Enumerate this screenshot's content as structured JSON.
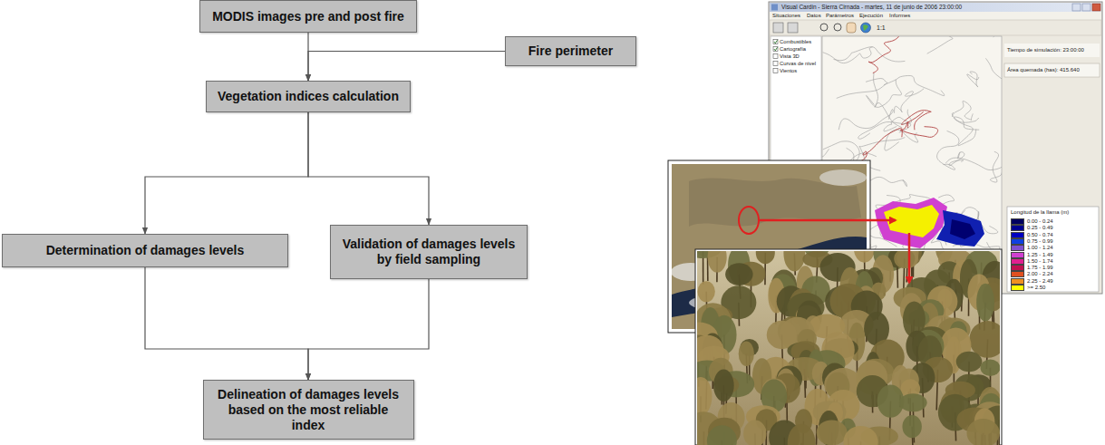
{
  "diagram": {
    "nodes": [
      {
        "text": [
          "MODIS images pre and post fire"
        ]
      },
      {
        "text": [
          "Fire perimeter"
        ]
      },
      {
        "text": [
          "Vegetation indices calculation"
        ]
      },
      {
        "text": [
          "Determination of damages levels"
        ]
      },
      {
        "text": [
          "Validation of damages levels by field sampling"
        ]
      },
      {
        "text": [
          "Delineation of damages levels based on the most reliable index"
        ]
      }
    ],
    "edges": [
      {
        "from": 0,
        "to": 2,
        "arrow": "to"
      },
      {
        "from": 1,
        "to": 2,
        "arrow": "to"
      },
      {
        "from": 2,
        "to": 3,
        "arrow": "to"
      },
      {
        "from": 2,
        "to": 4,
        "arrow": "to"
      },
      {
        "from": 3,
        "to": 5,
        "arrow": "to"
      },
      {
        "from": 4,
        "to": 5,
        "arrow": "to"
      }
    ],
    "labels": [
      "Visual Cardin - Sierra Cirnada - martes, 11 de junio de 2006 23:00:00",
      "Situaciones",
      "Datos",
      "Parámetros",
      "Ejecución",
      "Informes",
      "1:1",
      "Combustibles",
      "Cartografía",
      "Vista 3D",
      "Curvas de nivel",
      "Vientos",
      "Tiempo de simulación: 23:00:00",
      "Área quemada (has): 415.640",
      "Longitud de la llama (m)"
    ],
    "legend": [
      {
        "text": "0.00 - 0.24",
        "color": "#000060"
      },
      {
        "text": "0.25 - 0.49",
        "color": "#000090"
      },
      {
        "text": "0.50 - 0.74",
        "color": "#0000c0"
      },
      {
        "text": "0.75 - 0.99",
        "color": "#1040e0"
      },
      {
        "text": "1.00 - 1.24",
        "color": "#8050d0"
      },
      {
        "text": "1.25 - 1.49",
        "color": "#d040d0"
      },
      {
        "text": "1.50 - 1.74",
        "color": "#e02090"
      },
      {
        "text": "1.75 - 1.99",
        "color": "#c01050"
      },
      {
        "text": "2.00 - 2.24",
        "color": "#e05020"
      },
      {
        "text": "2.25 - 2.49",
        "color": "#f09020"
      },
      {
        "text": ">= 2.50",
        "color": "#ffff00"
      }
    ]
  }
}
